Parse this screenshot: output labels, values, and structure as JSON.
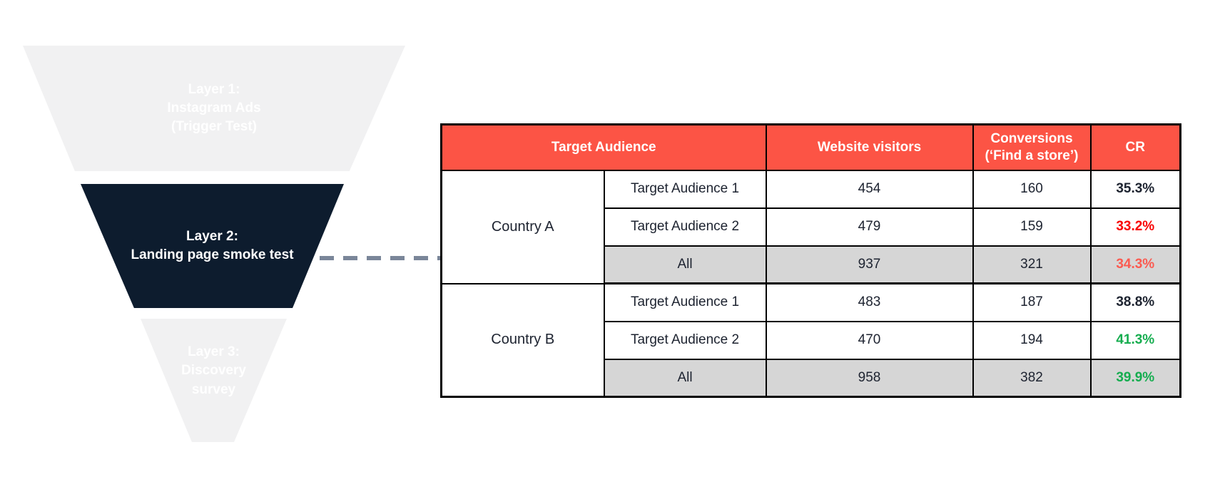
{
  "colors": {
    "header_bg": "#fc5445",
    "dark_layer_bg": "#0d1c2e",
    "light_layer_bg": "#f1f1f2",
    "all_row_bg": "#d6d6d6",
    "cr_black": "#1d2330",
    "cr_red": "#f90000",
    "cr_coral": "#fb5a50",
    "cr_green": "#15ad4f",
    "connector_dash": "#7a8699"
  },
  "funnel": {
    "layers": [
      {
        "name": "layer-1",
        "lines": [
          "Layer 1:",
          "Instagram Ads",
          "(Trigger Test)"
        ],
        "highlighted": false
      },
      {
        "name": "layer-2",
        "lines": [
          "Layer 2:",
          "Landing page smoke test"
        ],
        "highlighted": true
      },
      {
        "name": "layer-3",
        "lines": [
          "Layer 3:",
          "Discovery",
          "survey"
        ],
        "highlighted": false
      }
    ]
  },
  "table": {
    "headers": {
      "target_audience": "Target Audience",
      "website_visitors": "Website visitors",
      "conversions_line1": "Conversions",
      "conversions_line2": "(‘Find a store’)",
      "cr": "CR"
    },
    "groups": [
      {
        "country": "Country A",
        "rows": [
          {
            "audience": "Target Audience 1",
            "visitors": "454",
            "conversions": "160",
            "cr": "35.3%",
            "cr_color": "black",
            "is_total": false
          },
          {
            "audience": "Target Audience 2",
            "visitors": "479",
            "conversions": "159",
            "cr": "33.2%",
            "cr_color": "red",
            "is_total": false
          },
          {
            "audience": "All",
            "visitors": "937",
            "conversions": "321",
            "cr": "34.3%",
            "cr_color": "coral",
            "is_total": true
          }
        ]
      },
      {
        "country": "Country B",
        "rows": [
          {
            "audience": "Target Audience 1",
            "visitors": "483",
            "conversions": "187",
            "cr": "38.8%",
            "cr_color": "black",
            "is_total": false
          },
          {
            "audience": "Target Audience 2",
            "visitors": "470",
            "conversions": "194",
            "cr": "41.3%",
            "cr_color": "green",
            "is_total": false
          },
          {
            "audience": "All",
            "visitors": "958",
            "conversions": "382",
            "cr": "39.9%",
            "cr_color": "green",
            "is_total": true
          }
        ]
      }
    ]
  }
}
